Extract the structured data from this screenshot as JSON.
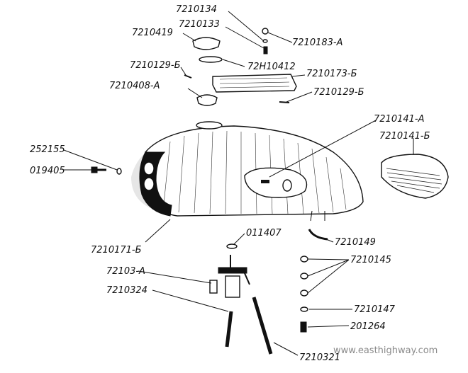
{
  "labels": {
    "l7210134": "7210134",
    "l7210133": "7210133",
    "l7210419": "7210419",
    "l7210183a": "7210183-А",
    "l72h10412": "72Н10412",
    "l7210129b_top": "7210129-Б",
    "l7210173b": "7210173-Б",
    "l7210408a": "7210408-А",
    "l7210129b_right": "7210129-Б",
    "l7210141a": "7210141-А",
    "l7210141b": "7210141-Б",
    "l252155": "252155",
    "l019405": "019405",
    "l7210171b": "7210171-Б",
    "l011407": "011407",
    "l7210149": "7210149",
    "l7210145": "7210145",
    "l72103a": "72103-А",
    "l7210324": "7210324",
    "l7210147": "7210147",
    "l201264": "201264",
    "l7210321": "7210321"
  },
  "watermark": "www.easthighway.com"
}
